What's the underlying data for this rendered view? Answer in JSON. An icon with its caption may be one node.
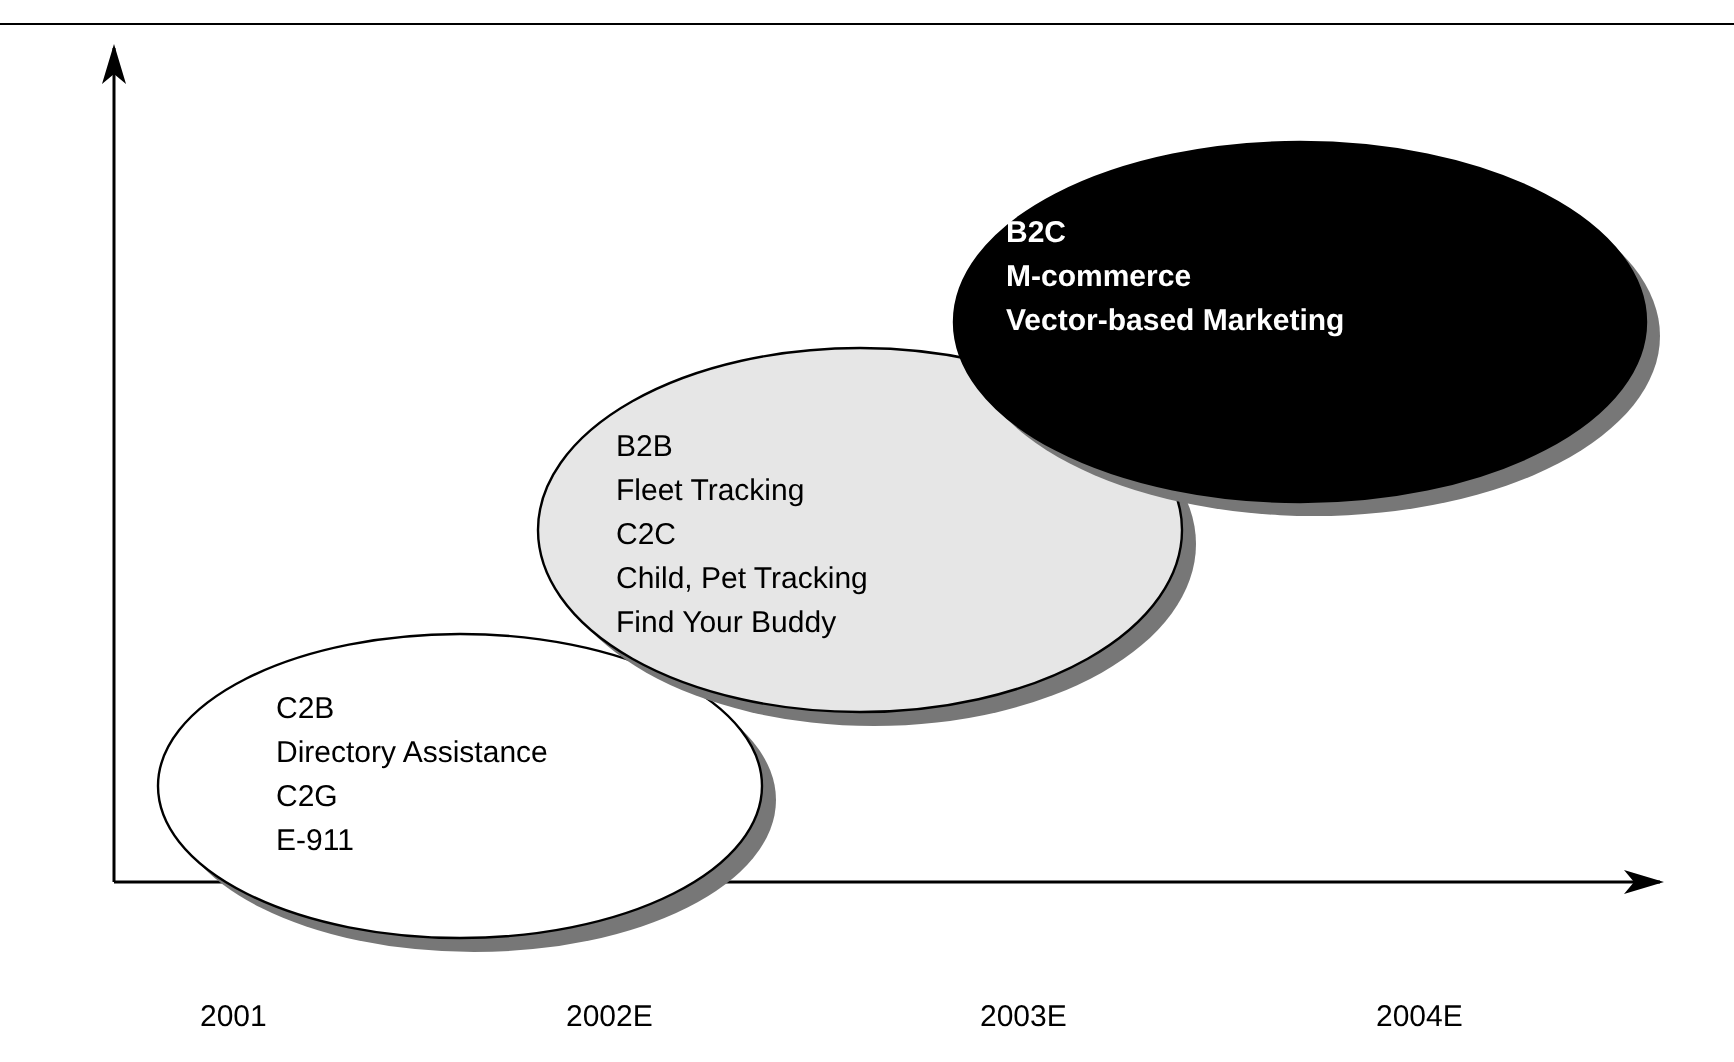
{
  "diagram": {
    "nodes": [
      {
        "text": [
          "C2B",
          "Directory Assistance",
          "C2G",
          "E-911"
        ]
      },
      {
        "text": [
          "B2B",
          "Fleet Tracking",
          "C2C",
          "Child, Pet Tracking",
          "Find Your Buddy"
        ]
      },
      {
        "text": [
          "B2C",
          "M-commerce",
          "Vector-based Marketing"
        ]
      }
    ],
    "edges": [],
    "labels": [
      "2001",
      "2002E",
      "2003E",
      "2004E"
    ]
  }
}
